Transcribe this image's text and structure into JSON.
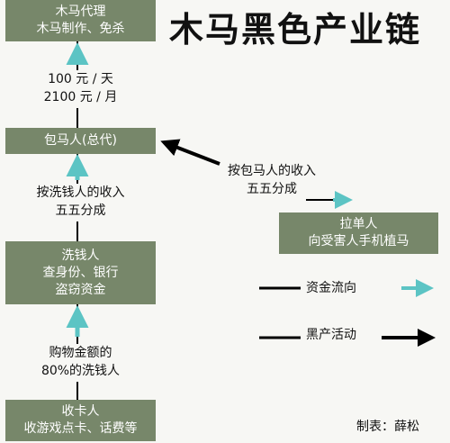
{
  "title": "木马黑色产业链",
  "nodes": {
    "trojan_agent": [
      "木马代理",
      "木马制作、免杀"
    ],
    "bao_ma_ren": [
      "包马人(总代)"
    ],
    "xi_qian_ren": [
      "洗钱人",
      "查身份、银行",
      "盗窃资金"
    ],
    "shou_ka_ren": [
      "收卡人",
      "收游戏点卡、话费等"
    ],
    "la_dan_ren": [
      "拉单人",
      "向受害人手机植马"
    ]
  },
  "edge_labels": {
    "fee": [
      "100 元 / 天",
      "2100 元 / 月"
    ],
    "split_xiqian": [
      "按洗钱人的收入",
      "五五分成"
    ],
    "split_baoma": [
      "按包马人的收入",
      "五五分成"
    ],
    "shopping": [
      "购物金额的",
      "80%的洗钱人"
    ]
  },
  "legend": {
    "funds_flow": "资金流向",
    "black_activity": "黑产活动"
  },
  "credit": "制表：薛松",
  "colors": {
    "node_fill": "#77876a",
    "funds_arrow": "#5cc4c4",
    "activity_arrow": "#000000"
  }
}
